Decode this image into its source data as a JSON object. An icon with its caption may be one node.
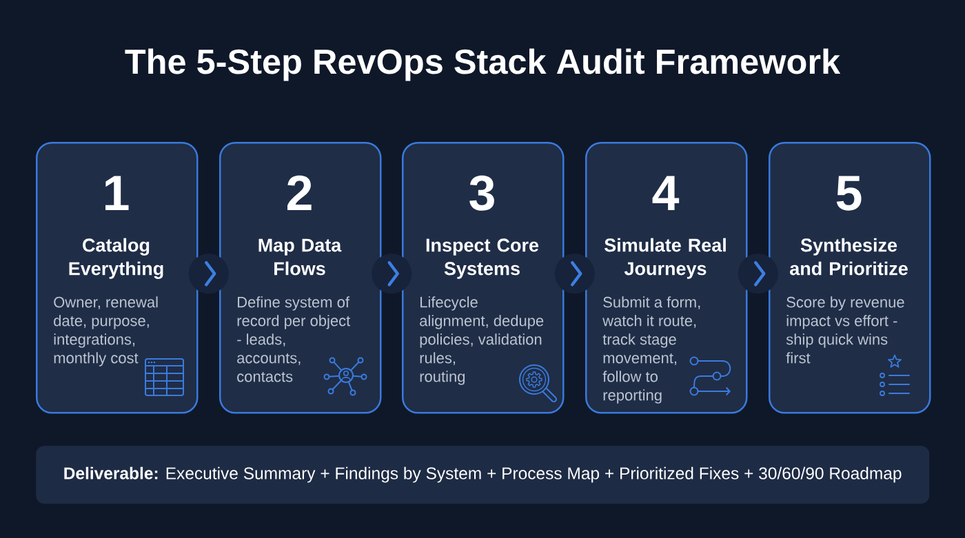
{
  "diagram": {
    "title": "The 5-Step RevOps Stack Audit Framework",
    "nodes": [
      {
        "text": [
          "1",
          "Catalog Everything",
          "Owner, renewal date, purpose, integrations, monthly cost"
        ]
      },
      {
        "text": [
          "2",
          "Map Data Flows",
          "Define system of record per object - leads, accounts, contacts"
        ]
      },
      {
        "text": [
          "3",
          "Inspect Core Systems",
          "Lifecycle alignment, dedupe policies, validation rules, routing"
        ]
      },
      {
        "text": [
          "4",
          "Simulate Real Journeys",
          "Submit a form, watch it route, track stage movement, follow to reporting"
        ]
      },
      {
        "text": [
          "5",
          "Synthesize and Prioritize",
          "Score by revenue impact vs effort - ship quick wins first"
        ]
      },
      {
        "text": [
          "**Deliverable:** Executive Summary + Findings by System + Process Map + Prioritized Fixes + 30/60/90 Roadmap"
        ]
      }
    ],
    "edges": [
      {
        "from": 0,
        "to": 1,
        "arrow": "to"
      },
      {
        "from": 1,
        "to": 2,
        "arrow": "to"
      },
      {
        "from": 2,
        "to": 3,
        "arrow": "to"
      },
      {
        "from": 3,
        "to": 4,
        "arrow": "to"
      }
    ]
  }
}
